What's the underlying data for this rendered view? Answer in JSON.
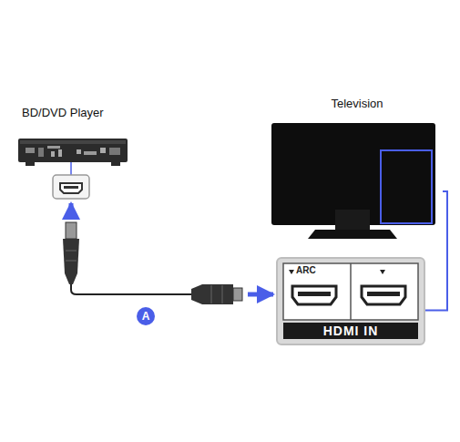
{
  "diagram": {
    "nodes": [
      {
        "text": [
          "BD/DVD Player"
        ]
      },
      {
        "text": [
          "Television"
        ]
      },
      {
        "text": [
          "ARC",
          "HDMI IN"
        ]
      }
    ],
    "edges": [
      {
        "from": 0,
        "to": 2,
        "arrow": "both",
        "label": "A"
      },
      {
        "from": 1,
        "to": 2,
        "arrow": "none"
      }
    ]
  }
}
